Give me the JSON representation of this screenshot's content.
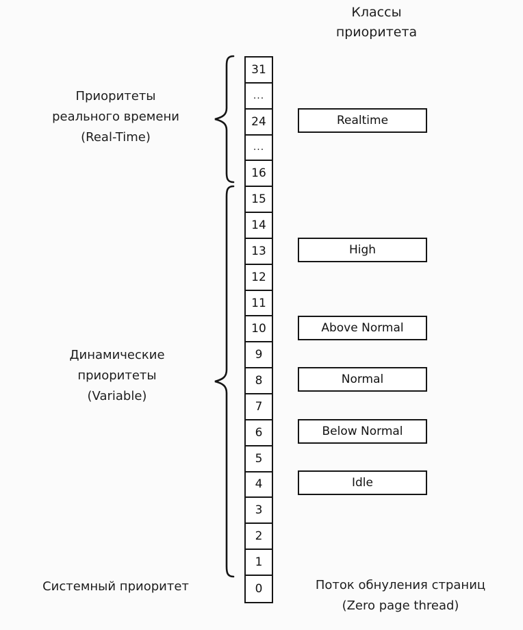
{
  "diagram": {
    "title_lines": [
      "Классы",
      "приоритета"
    ],
    "priority_column": {
      "name": "thread-priority-levels",
      "cells": [
        {
          "label": "31",
          "type": "value"
        },
        {
          "label": "...",
          "type": "ellipsis"
        },
        {
          "label": "24",
          "type": "value"
        },
        {
          "label": "...",
          "type": "ellipsis"
        },
        {
          "label": "16",
          "type": "value"
        },
        {
          "label": "15",
          "type": "value"
        },
        {
          "label": "14",
          "type": "value"
        },
        {
          "label": "13",
          "type": "value"
        },
        {
          "label": "12",
          "type": "value"
        },
        {
          "label": "11",
          "type": "value"
        },
        {
          "label": "10",
          "type": "value"
        },
        {
          "label": "9",
          "type": "value"
        },
        {
          "label": "8",
          "type": "value"
        },
        {
          "label": "7",
          "type": "value"
        },
        {
          "label": "6",
          "type": "value"
        },
        {
          "label": "5",
          "type": "value"
        },
        {
          "label": "4",
          "type": "value"
        },
        {
          "label": "3",
          "type": "value"
        },
        {
          "label": "2",
          "type": "value"
        },
        {
          "label": "1",
          "type": "value"
        },
        {
          "label": "0",
          "type": "value"
        }
      ]
    },
    "priority_classes": [
      {
        "label": "Realtime",
        "aligned_level": "24",
        "row_index": 2
      },
      {
        "label": "High",
        "aligned_level": "13",
        "row_index": 7
      },
      {
        "label": "Above Normal",
        "aligned_level": "10",
        "row_index": 10
      },
      {
        "label": "Normal",
        "aligned_level": "8",
        "row_index": 12
      },
      {
        "label": "Below Normal",
        "aligned_level": "6",
        "row_index": 14
      },
      {
        "label": "Idle",
        "aligned_level": "4",
        "row_index": 16
      }
    ],
    "groups": [
      {
        "name": "realtime",
        "lines": [
          "Приоритеты",
          "реального времени",
          "(Real-Time)"
        ],
        "range": "31-16"
      },
      {
        "name": "variable",
        "lines": [
          "Динамические",
          "приоритеты",
          "(Variable)"
        ],
        "range": "15-1"
      }
    ],
    "system_priority_label": "Системный приоритет",
    "zero_page_thread_lines": [
      "Поток обнуления страниц",
      "(Zero page thread)"
    ],
    "colors": {
      "background": "#fbfbfb",
      "stroke": "#151515",
      "text": "#1d1d1d",
      "cell_fill": "#ffffff"
    }
  }
}
